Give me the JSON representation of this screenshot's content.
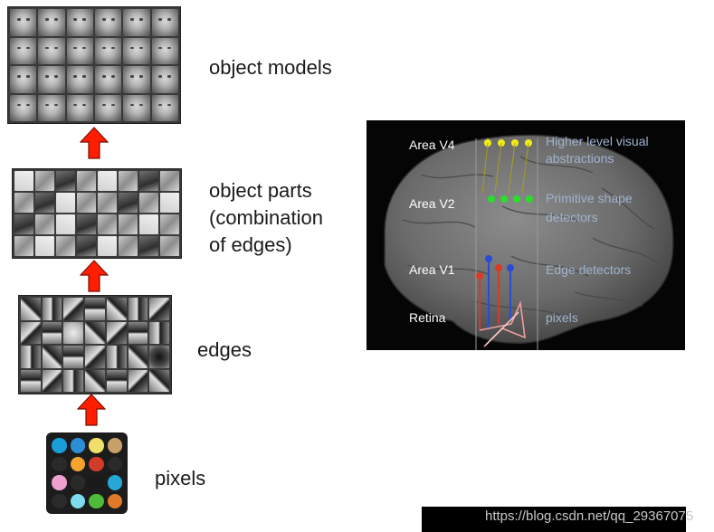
{
  "hierarchy": {
    "levels": [
      {
        "label": "object models"
      },
      {
        "label_lines": [
          "object parts",
          "(combination",
          "of edges)"
        ]
      },
      {
        "label": "edges"
      },
      {
        "label": "pixels"
      }
    ],
    "pixel_colors": [
      "#1a9ed9",
      "#2d8ed8",
      "#f0e06a",
      "#c8a06a",
      "#2a2a2a",
      "#f3a32e",
      "#d23a2a",
      "#2a2a2a",
      "#f0a0d0",
      "#2a2a2a",
      "#1a1a1a",
      "#27a7d6",
      "#2a2a2a",
      "#7fdcee",
      "#4fbb3a",
      "#e07a2a"
    ]
  },
  "brain": {
    "areas": [
      {
        "area": "Area V4",
        "desc_lines": [
          "Higher level visual",
          "abstractions"
        ],
        "node_color": "#f2ec1a"
      },
      {
        "area": "Area V2",
        "desc_lines": [
          "Primitive shape",
          "detectors"
        ],
        "node_color": "#28e02a"
      },
      {
        "area": "Area V1",
        "desc_lines": [
          "Edge detectors"
        ]
      },
      {
        "area": "Retina",
        "desc_lines": [
          "pixels"
        ]
      }
    ]
  },
  "watermark": "https://blog.csdn.net/qq_29367075"
}
